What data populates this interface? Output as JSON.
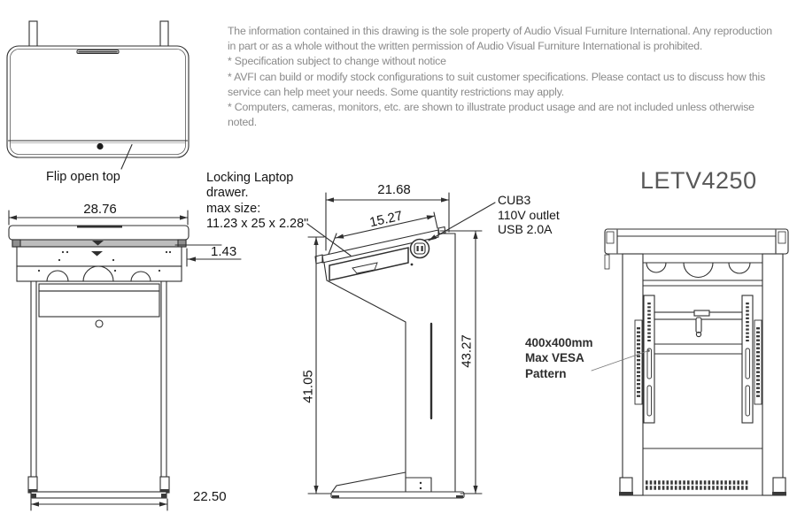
{
  "product": {
    "model": "LETV4250"
  },
  "disclaimer": {
    "paragraphs": [
      "The information contained in this drawing is the sole property of Audio Visual Furniture International. Any reproduction in part or as a whole without the written permission of Audio Visual Furniture International is prohibited.",
      "* Specification subject to change without notice",
      "* AVFI can build or modify stock configurations to suit customer specifications. Please contact us to discuss how this service can help meet your needs. Some quantity restrictions may apply.",
      "* Computers, cameras, monitors, etc. are shown to illustrate product usage and are not included unless otherwise noted."
    ]
  },
  "callouts": {
    "flip_open_top": "Flip open top",
    "laptop_drawer": {
      "lines": [
        "Locking Laptop",
        "drawer.",
        "max size:",
        "11.23 x 25 x 2.28\""
      ]
    },
    "outlet": {
      "lines": [
        "CUB3",
        "110V outlet",
        "USB 2.0A"
      ]
    },
    "vesa": {
      "lines": [
        "400x400mm",
        "Max VESA",
        "Pattern"
      ]
    }
  },
  "dimensions": {
    "front_width": "28.76",
    "drawer_front_height": "1.43",
    "base_width": "22.50",
    "top_depth": "21.68",
    "surface_depth": "15.27",
    "front_height": "41.05",
    "overall_height": "43.27"
  },
  "colors": {
    "line": "#2f2f2f",
    "label_text": "#151515",
    "muted_text": "#8a8a8a",
    "title_text": "#595959"
  }
}
